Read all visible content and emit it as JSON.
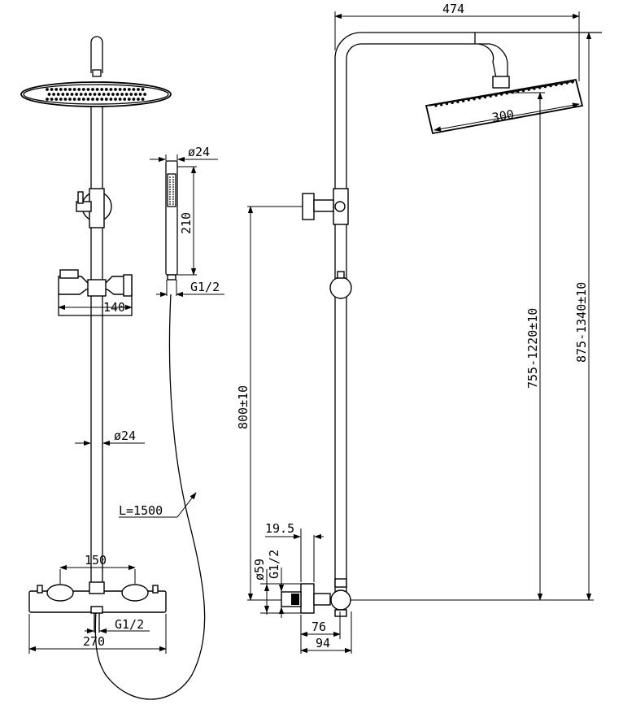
{
  "diagram": {
    "front_view": {
      "dim_arm_140": "140",
      "dim_pipe_dia": "ø24",
      "dim_hose_length": "L=1500",
      "dim_valve_centers": "150",
      "dim_valve_width": "270",
      "dim_valve_outlet": "G1/2"
    },
    "hand_shower": {
      "dim_dia": "ø24",
      "dim_length": "210",
      "dim_thread": "G1/2"
    },
    "side_view": {
      "dim_total_width": "474",
      "dim_head_dia": "300",
      "dim_height_range_1": "755-1220±10",
      "dim_height_range_2": "875-1340±10",
      "dim_inlet_height": "800±10",
      "dim_flange_offset": "19.5",
      "dim_flange_dia": "ø59",
      "dim_inlet_thread": "G1/2",
      "dim_depth_76": "76",
      "dim_depth_94": "94"
    }
  }
}
